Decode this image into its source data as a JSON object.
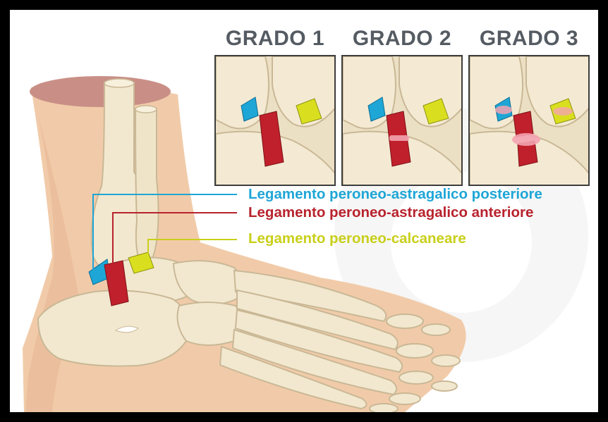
{
  "grades": [
    {
      "label": "GRADO 1"
    },
    {
      "label": "GRADO 2"
    },
    {
      "label": "GRADO 3"
    }
  ],
  "legend": [
    {
      "label": "Legamento peroneo-astragalico posteriore",
      "color": "#1ea6d6"
    },
    {
      "label": "Legamento peroneo-astragalico anteriore",
      "color": "#b8232d"
    },
    {
      "label": "Legamento peroneo-calcaneare",
      "color": "#c9cf1a"
    }
  ],
  "colors": {
    "skin": "#f0c9a8",
    "skin_dark": "#d9a585",
    "bone": "#f2e8cf",
    "bone_outline": "#c9b896",
    "ligament_blue": "#1ea6d6",
    "ligament_red": "#c0202b",
    "ligament_yellow": "#d9df1f",
    "tear_pink": "#f4a3b0"
  }
}
